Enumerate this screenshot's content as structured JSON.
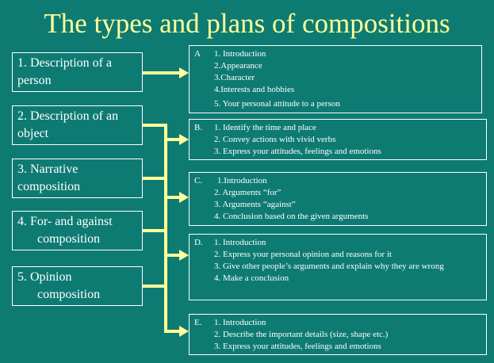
{
  "title": "The types and plans of compositions",
  "types": [
    {
      "lines": [
        "1. Description of a",
        "person"
      ]
    },
    {
      "lines": [
        "2. Description of an",
        "object"
      ]
    },
    {
      "lines": [
        "3. Narrative",
        "composition"
      ]
    },
    {
      "lines": [
        "4. For- and against",
        "composition"
      ]
    },
    {
      "lines": [
        "5. Opinion",
        "composition"
      ]
    }
  ],
  "plans": [
    {
      "letter": "A",
      "items": [
        "1. Introduction",
        "2.Appearance",
        "3.Character",
        "4.Interests and hobbies",
        "5. Your personal attitude to a person"
      ]
    },
    {
      "letter": "B.",
      "items": [
        "1. Identify the time and place",
        "2. Convey actions with vivid verbs",
        "3. Express your attitudes, feelings and emotions"
      ]
    },
    {
      "letter": "C.",
      "items": [
        "1.Introduction",
        "2. Arguments “for”",
        "3. Arguments “against”",
        "4. Conclusion based on the given arguments"
      ]
    },
    {
      "letter": "D.",
      "items": [
        "1. Introduction",
        "2. Express your personal opinion and reasons for it",
        "3. Give other people’s arguments and explain why they are wrong",
        "4. Make a conclusion"
      ]
    },
    {
      "letter": "E.",
      "items": [
        "1. Introduction",
        "2. Describe the important details (size, shape etc.)",
        "3. Express your attitudes, feelings and emotions"
      ]
    }
  ],
  "colors": {
    "background": "#0e7b73",
    "title": "#ffff99",
    "arrow": "#ffff99",
    "text": "#ffffff"
  }
}
